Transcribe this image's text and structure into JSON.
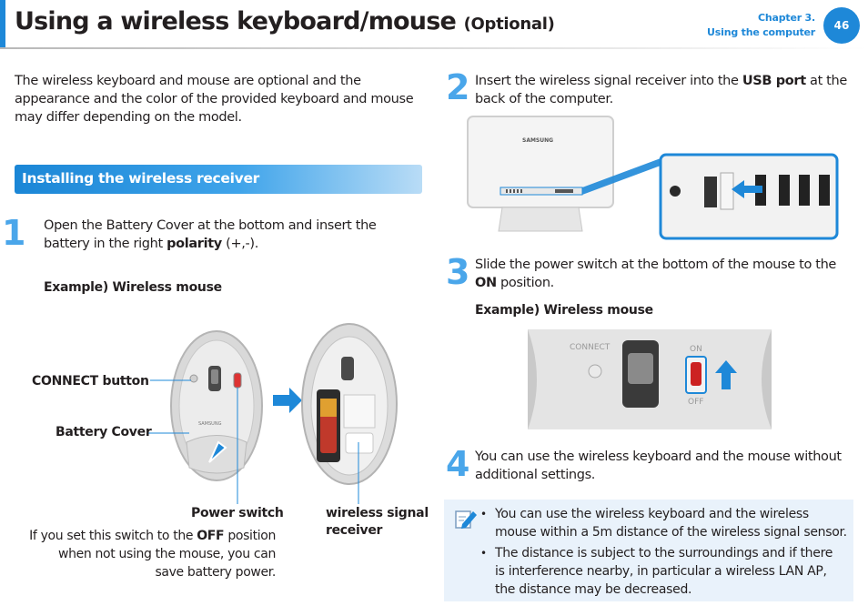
{
  "header": {
    "title": "Using a wireless keyboard/mouse",
    "title_suffix": "(Optional)",
    "chapter": "Chapter 3.",
    "chapter_sub": "Using the computer",
    "page_number": "46"
  },
  "intro": "The wireless keyboard and mouse are optional and the appearance and the color of the provided keyboard and mouse may differ depending on the model.",
  "section": {
    "title": "Installing the wireless receiver"
  },
  "step1": {
    "num": "1",
    "text_a": "Open the Battery Cover at the bottom and insert the battery in the right ",
    "text_b": "polarity",
    "text_c": " (+,-).",
    "example": "Example) Wireless mouse",
    "labels": {
      "connect_button": "CONNECT button",
      "battery_cover": "Battery Cover",
      "power_switch": "Power switch",
      "wireless_receiver_1": "wireless signal",
      "wireless_receiver_2": "receiver"
    },
    "power_note_a": "If you set this switch to the ",
    "power_note_b": "OFF",
    "power_note_c": " position when not using the mouse, you can save battery power."
  },
  "step2": {
    "num": "2",
    "text_a": "Insert the wireless signal receiver into the ",
    "text_b": "USB port",
    "text_c": " at the back of the computer.",
    "brand": "SAMSUNG"
  },
  "step3": {
    "num": "3",
    "text_a": "Slide the power switch at the bottom of the mouse to the ",
    "text_b": "ON",
    "text_c": " position.",
    "example": "Example) Wireless mouse",
    "img_connect": "CONNECT",
    "img_on": "ON",
    "img_off": "OFF"
  },
  "step4": {
    "num": "4",
    "text": "You can use the wireless keyboard and the mouse without additional settings."
  },
  "note": {
    "bullets": [
      "You can use the wireless keyboard and the wireless mouse within a 5m distance of the wireless signal sensor.",
      "The distance is subject to the surroundings and if there is interference nearby, in particular a wireless LAN AP, the distance may be decreased."
    ]
  },
  "colors": {
    "accent": "#1e88d8",
    "step_number": "#4aa6ea",
    "note_bg": "#e9f2fb",
    "arrow": "#1e88d8"
  }
}
